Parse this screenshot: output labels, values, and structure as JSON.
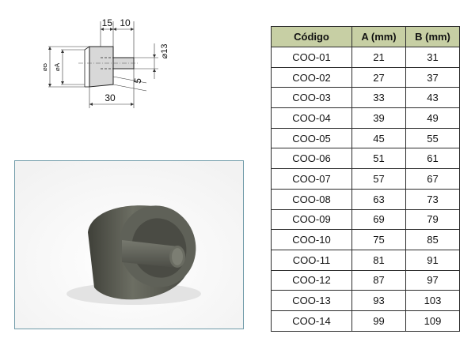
{
  "drawing": {
    "dims": {
      "top_left": "15",
      "top_right": "10",
      "diam_13": "⌀13",
      "bottom": "30",
      "chamfer": "5",
      "diam_b": "⌀B",
      "diam_a": "⌀A"
    }
  },
  "table": {
    "headers": [
      "Código",
      "A (mm)",
      "B (mm)"
    ],
    "rows": [
      [
        "COO-01",
        "21",
        "31"
      ],
      [
        "COO-02",
        "27",
        "37"
      ],
      [
        "COO-03",
        "33",
        "43"
      ],
      [
        "COO-04",
        "39",
        "49"
      ],
      [
        "COO-05",
        "45",
        "55"
      ],
      [
        "COO-06",
        "51",
        "61"
      ],
      [
        "COO-07",
        "57",
        "67"
      ],
      [
        "COO-08",
        "63",
        "73"
      ],
      [
        "COO-09",
        "69",
        "79"
      ],
      [
        "COO-10",
        "75",
        "85"
      ],
      [
        "COO-11",
        "81",
        "91"
      ],
      [
        "COO-12",
        "87",
        "97"
      ],
      [
        "COO-13",
        "93",
        "103"
      ],
      [
        "COO-14",
        "99",
        "109"
      ]
    ]
  },
  "colors": {
    "header_bg": "#c7cfa4",
    "frame_border": "#6f9aa8",
    "part_body": "#5a5c52"
  }
}
